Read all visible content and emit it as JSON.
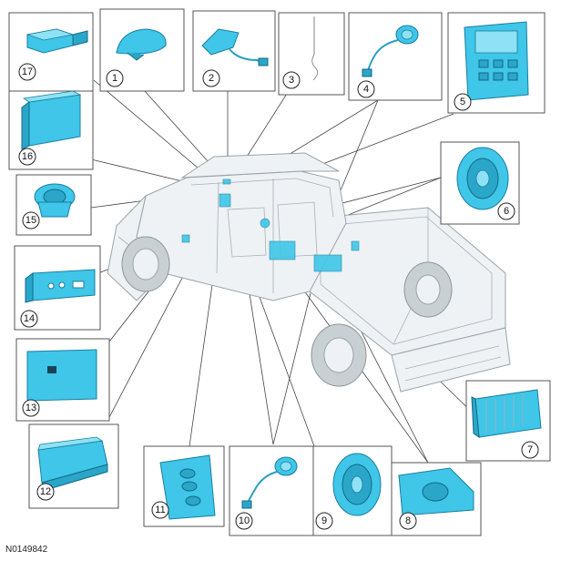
{
  "figure_id": "N0149842",
  "callouts": [
    "1",
    "2",
    "3",
    "4",
    "5",
    "6",
    "7",
    "8",
    "9",
    "10",
    "11",
    "12",
    "13",
    "14",
    "15",
    "16",
    "17"
  ],
  "colors": {
    "component": "#3fc6e8",
    "component_outline": "#1b7f9e",
    "vehicle": "#eef2f4"
  }
}
